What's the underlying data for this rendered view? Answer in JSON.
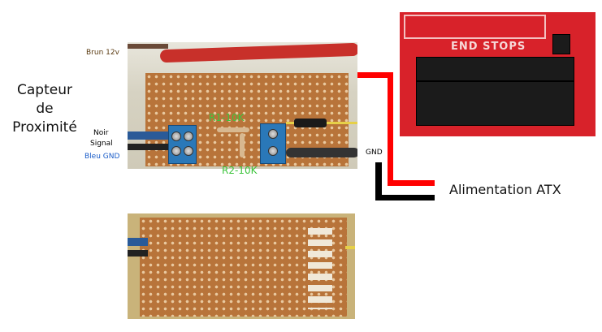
{
  "title_lines": [
    "Capteur",
    "de",
    "Proximité"
  ],
  "labels": {
    "brun": "Brun 12v",
    "noir": "Noir",
    "signal": "Signal",
    "bleu": "Bleu GND",
    "r1": "R1-10K",
    "r2": "R2-10K",
    "gnd": "GND",
    "atx": "Alimentation ATX",
    "endstops": "END STOPS"
  },
  "colors": {
    "brun": "#5a3a10",
    "bleu": "#1a5cc8",
    "resistor": "#3cc43c",
    "wire_red": "#ff0000",
    "wire_black": "#000000"
  }
}
